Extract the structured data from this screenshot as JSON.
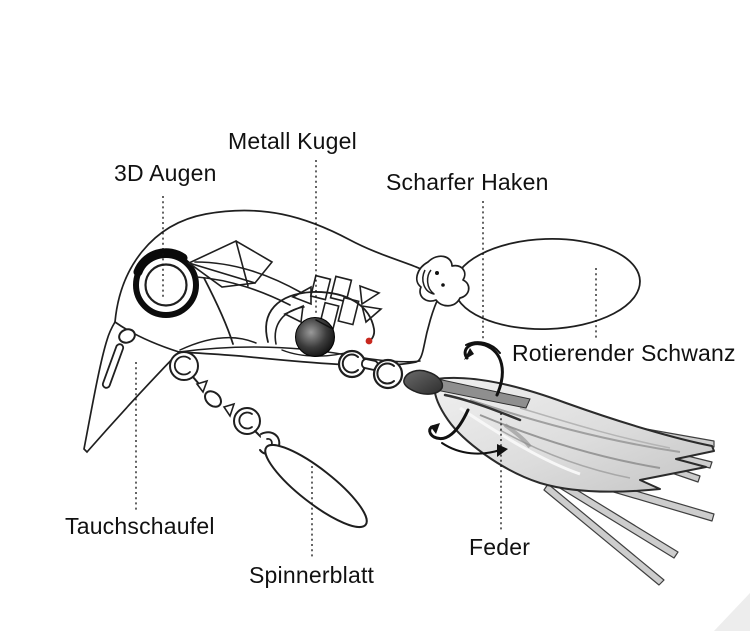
{
  "diagram": {
    "subject": "fishing-lure-anatomy",
    "labels": {
      "metall_kugel": "Metall Kugel",
      "augen_3d": "3D Augen",
      "scharfer_haken": "Scharfer Haken",
      "rotierender_schwanz": "Rotierender Schwanz",
      "tauchschaufel": "Tauchschaufel",
      "spinnerblatt": "Spinnerblatt",
      "feder": "Feder"
    },
    "colors": {
      "background": "#ffffff",
      "line": "#1a1a1a",
      "accent_dot": "#c8281e",
      "ball_dark": "#000000",
      "feather_light": "#ececec",
      "feather_mid": "#b5b5b5",
      "strand": "#cdcdcd"
    }
  }
}
